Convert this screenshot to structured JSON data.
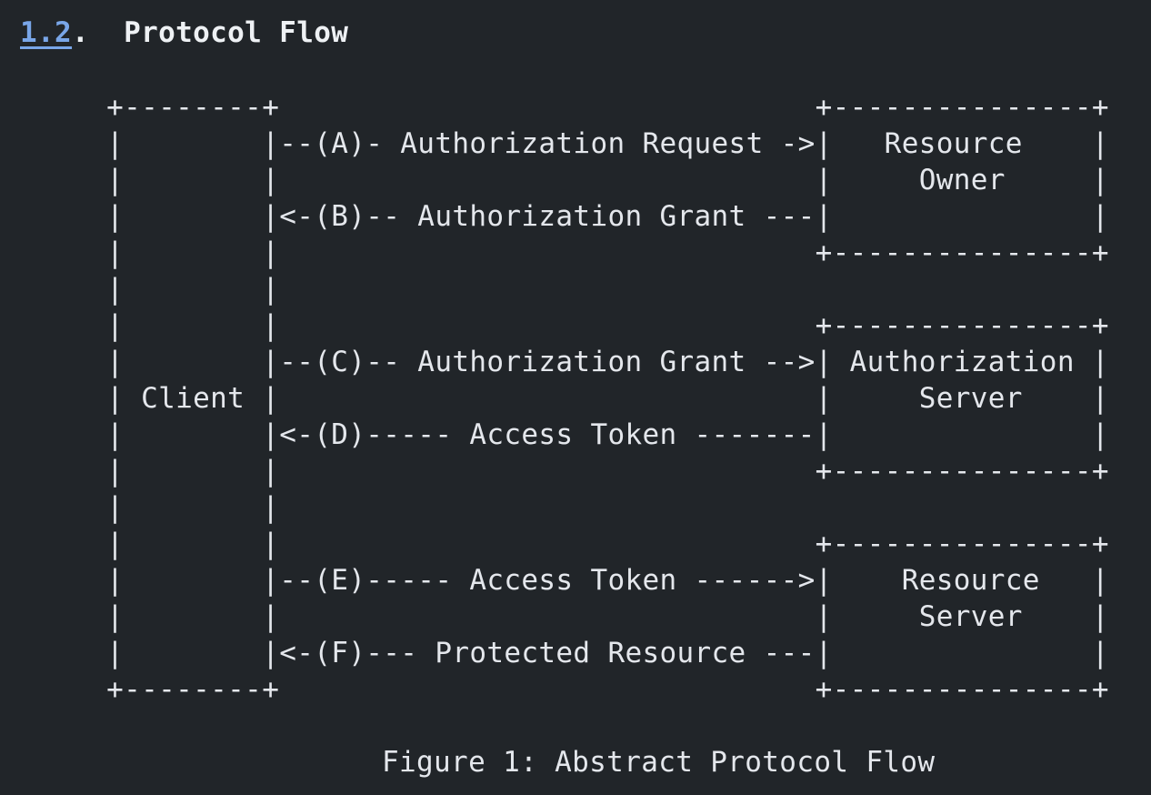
{
  "colors": {
    "background": "#212529",
    "text": "#e4e7ec",
    "heading_text": "#eef1f4",
    "link": "#79a6e8"
  },
  "heading": {
    "section_number": "1.2",
    "section_dot": ".",
    "title": "Protocol Flow"
  },
  "figure": {
    "lines": [
      "     +--------+                               +---------------+",
      "     |        |--(A)- Authorization Request ->|   Resource    |",
      "     |        |                               |     Owner     |",
      "     |        |<-(B)-- Authorization Grant ---|               |",
      "     |        |                               +---------------+",
      "     |        |",
      "     |        |                               +---------------+",
      "     |        |--(C)-- Authorization Grant -->| Authorization |",
      "     | Client |                               |     Server    |",
      "     |        |<-(D)----- Access Token -------|               |",
      "     |        |                               +---------------+",
      "     |        |",
      "     |        |                               +---------------+",
      "     |        |--(E)----- Access Token ------>|    Resource   |",
      "     |        |                               |     Server    |",
      "     |        |<-(F)--- Protected Resource ---|               |",
      "     +--------+                               +---------------+"
    ],
    "caption": "Figure 1: Abstract Protocol Flow"
  }
}
